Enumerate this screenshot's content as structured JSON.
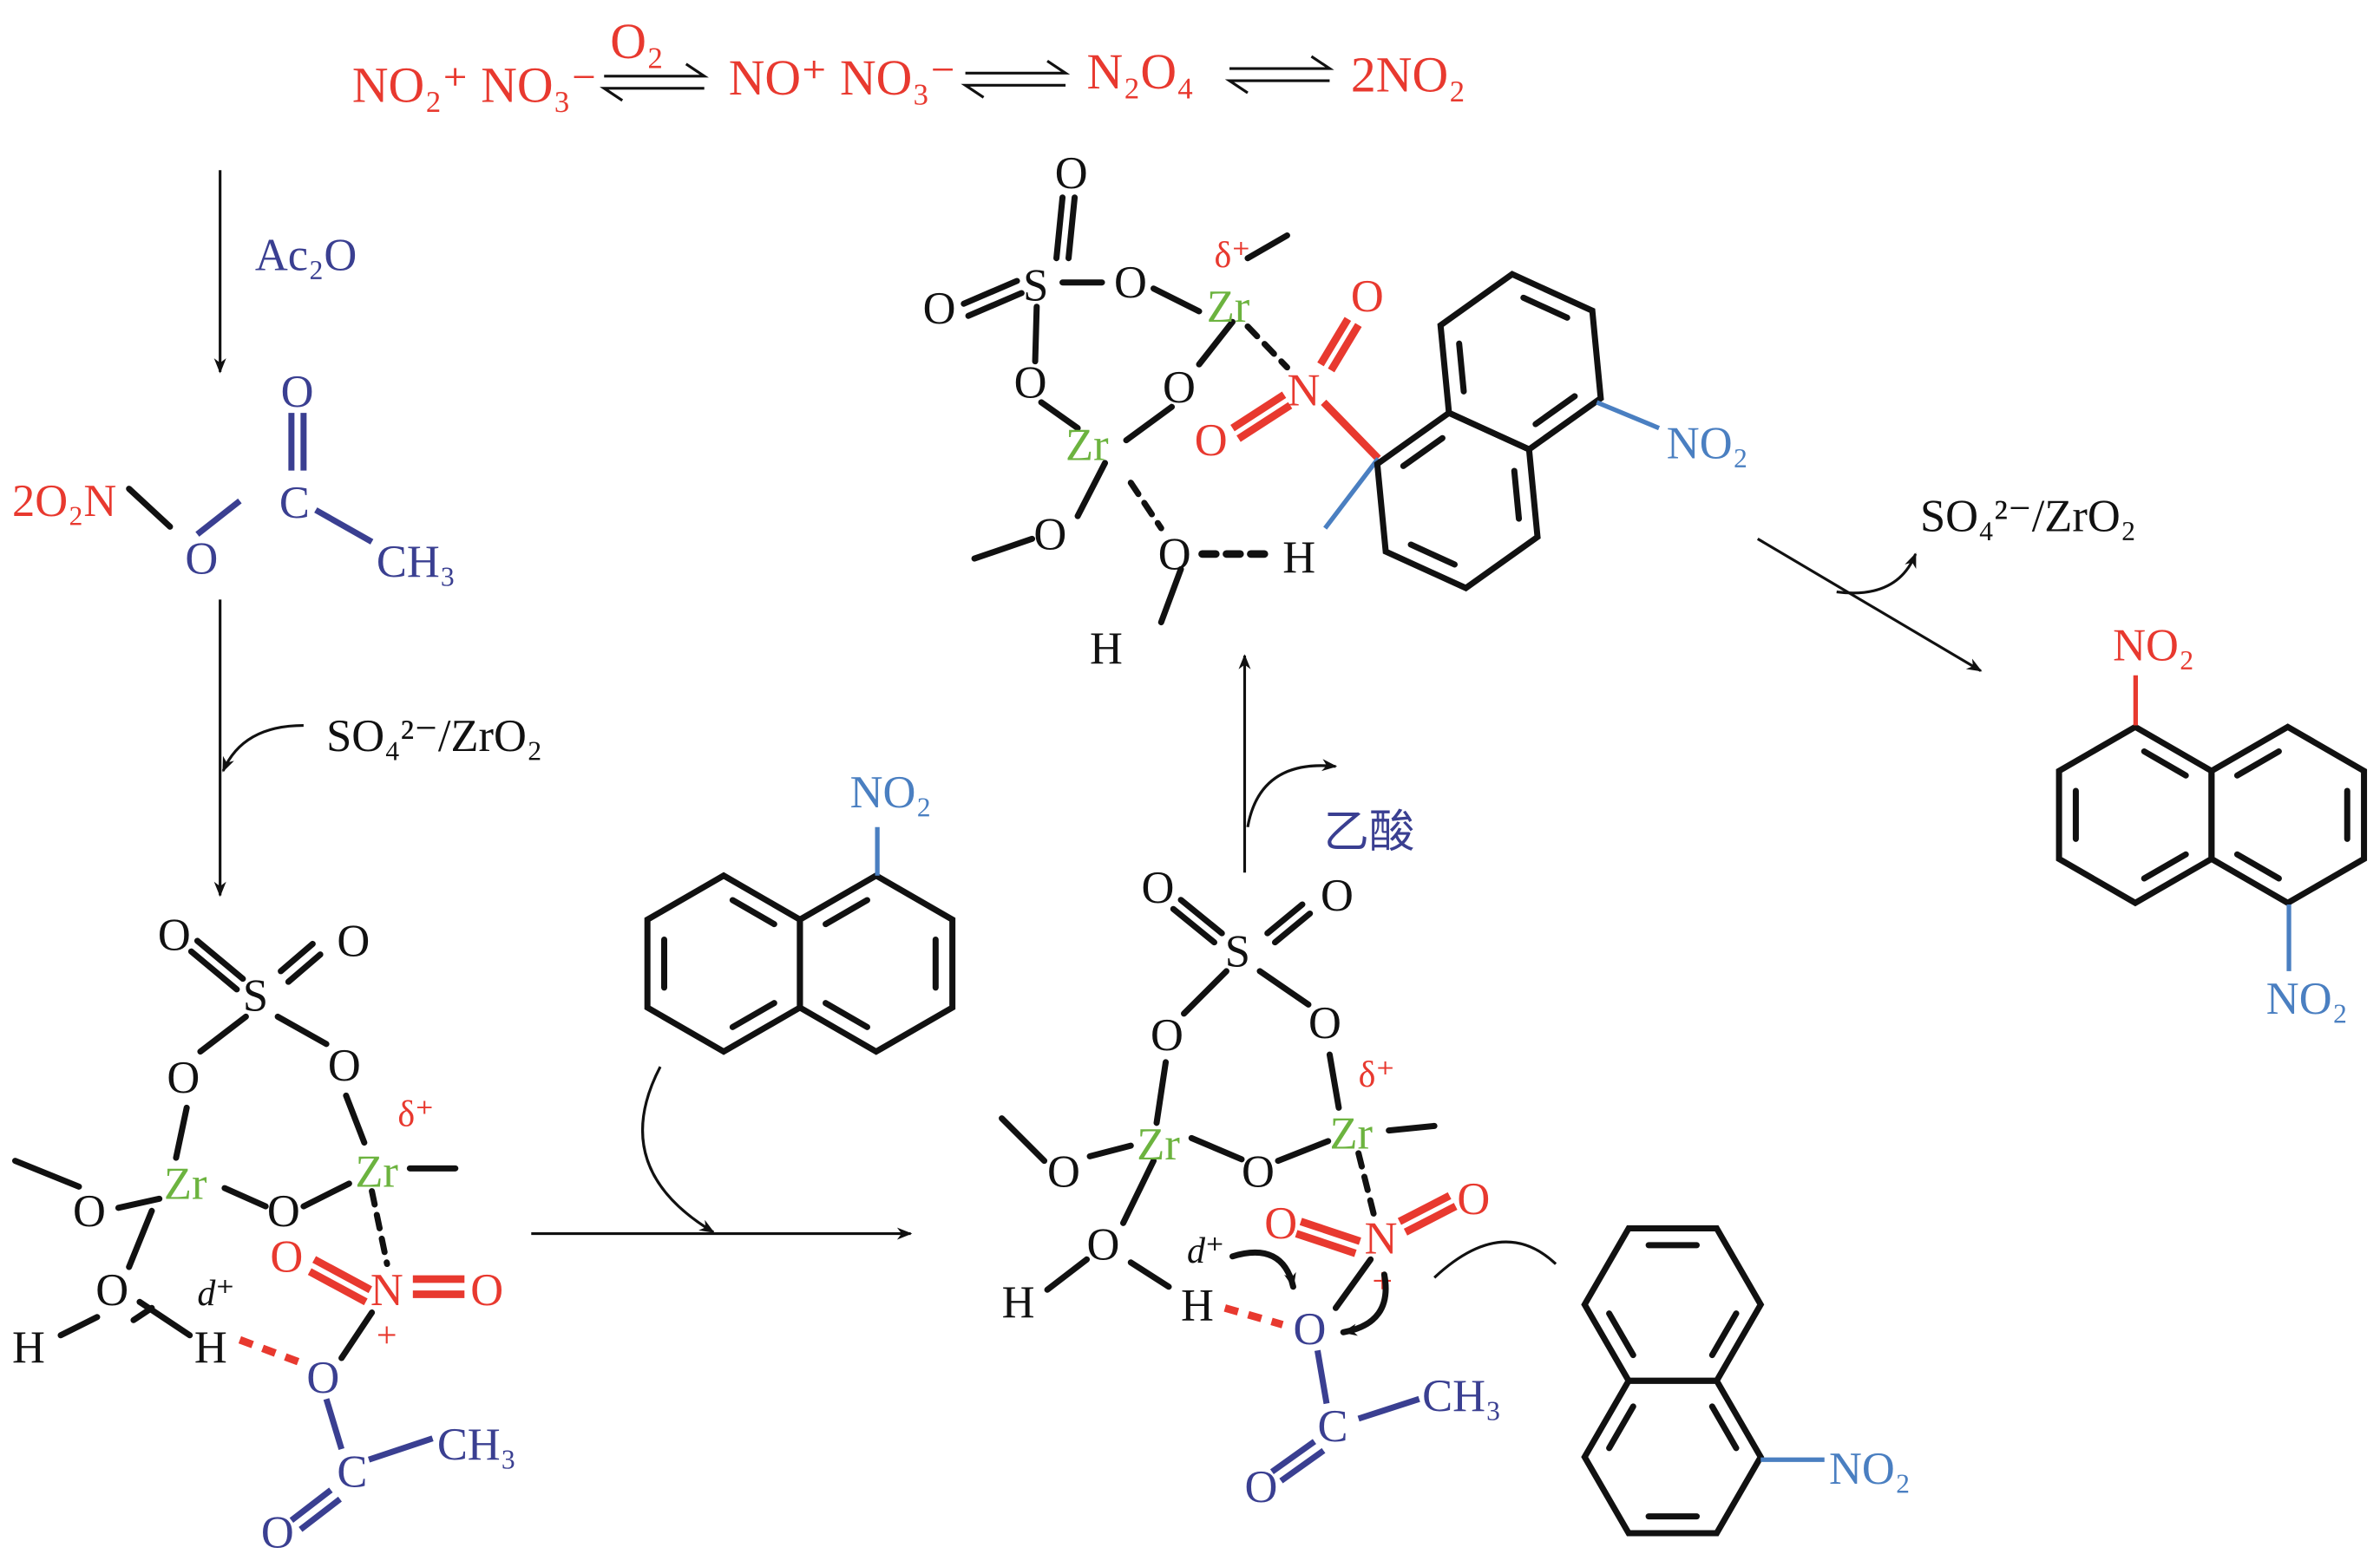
{
  "equation": {
    "species_1": "NO₂⁺ NO₃⁻",
    "reagent_o2": "O₂",
    "species_2": "NO⁺ NO₃⁻",
    "species_3": "N₂O₄",
    "species_4": "2NO₂"
  },
  "step1": {
    "reagent": "Ac₂O"
  },
  "acetyl_nitrate": {
    "no2": "2O₂N",
    "o": "O",
    "c": "C",
    "o_double": "O",
    "ch3": "CH₃"
  },
  "step2": {
    "catalyst": "SO₄²⁻/ZrO₂"
  },
  "complex_1": {
    "s": "S",
    "o": "O",
    "zr": "Zr",
    "h": "H",
    "n": "N",
    "delta_plus": "δ⁺",
    "d_plus": "d⁺",
    "plus": "+",
    "c": "C",
    "ch3": "CH₃"
  },
  "reactant": {
    "no2": "NO₂"
  },
  "complex_2": {
    "s": "S",
    "o": "O",
    "zr": "Zr",
    "h": "H",
    "n": "N",
    "delta_plus": "δ⁺",
    "d_plus": "d⁺",
    "plus": "+",
    "c": "C",
    "ch3": "CH₃",
    "naphthalene_no2": "NO₂"
  },
  "step3": {
    "byproduct": "乙酸"
  },
  "complex_3": {
    "s": "S",
    "o": "O",
    "zr": "Zr",
    "h": "H",
    "n": "N",
    "delta_plus": "δ⁺",
    "ring_no2": "NO₂"
  },
  "step4": {
    "catalyst": "SO₄²⁻/ZrO₂"
  },
  "product": {
    "no2_top": "NO₂",
    "no2_bottom": "NO₂"
  },
  "colors": {
    "red": "#e8392f",
    "blue": "#3a3f91",
    "green": "#6cb33f",
    "light_blue": "#4a7fc1"
  }
}
